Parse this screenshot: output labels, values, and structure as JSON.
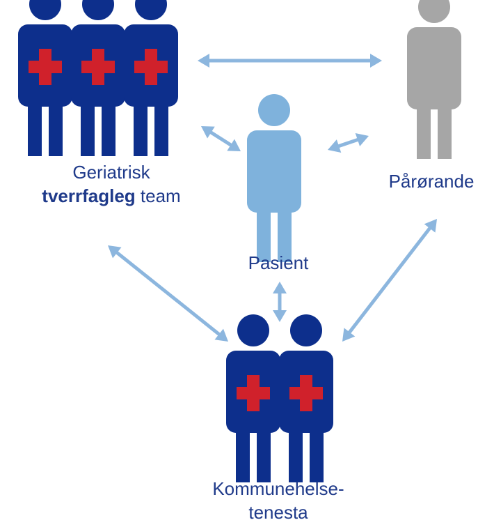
{
  "nodes": {
    "team": {
      "line1": "Geriatrisk",
      "line2_bold": "tverrfagleg",
      "line2_rest": " team"
    },
    "pasient": {
      "label": "Pasient"
    },
    "parorande": {
      "label": "Pårørande"
    },
    "kommune": {
      "line1": "Kommunehelse-",
      "line2": "tenesta"
    }
  },
  "colors": {
    "staff_figure": "#0d2f8c",
    "cross": "#d0212b",
    "patient_figure": "#7fb2dc",
    "relative_figure": "#a6a6a6",
    "arrow": "#8cb6de",
    "label_text": "#1f3a8a"
  },
  "icons": {
    "staff": "person-with-red-cross-icon",
    "patient": "person-icon",
    "relative": "person-icon"
  }
}
